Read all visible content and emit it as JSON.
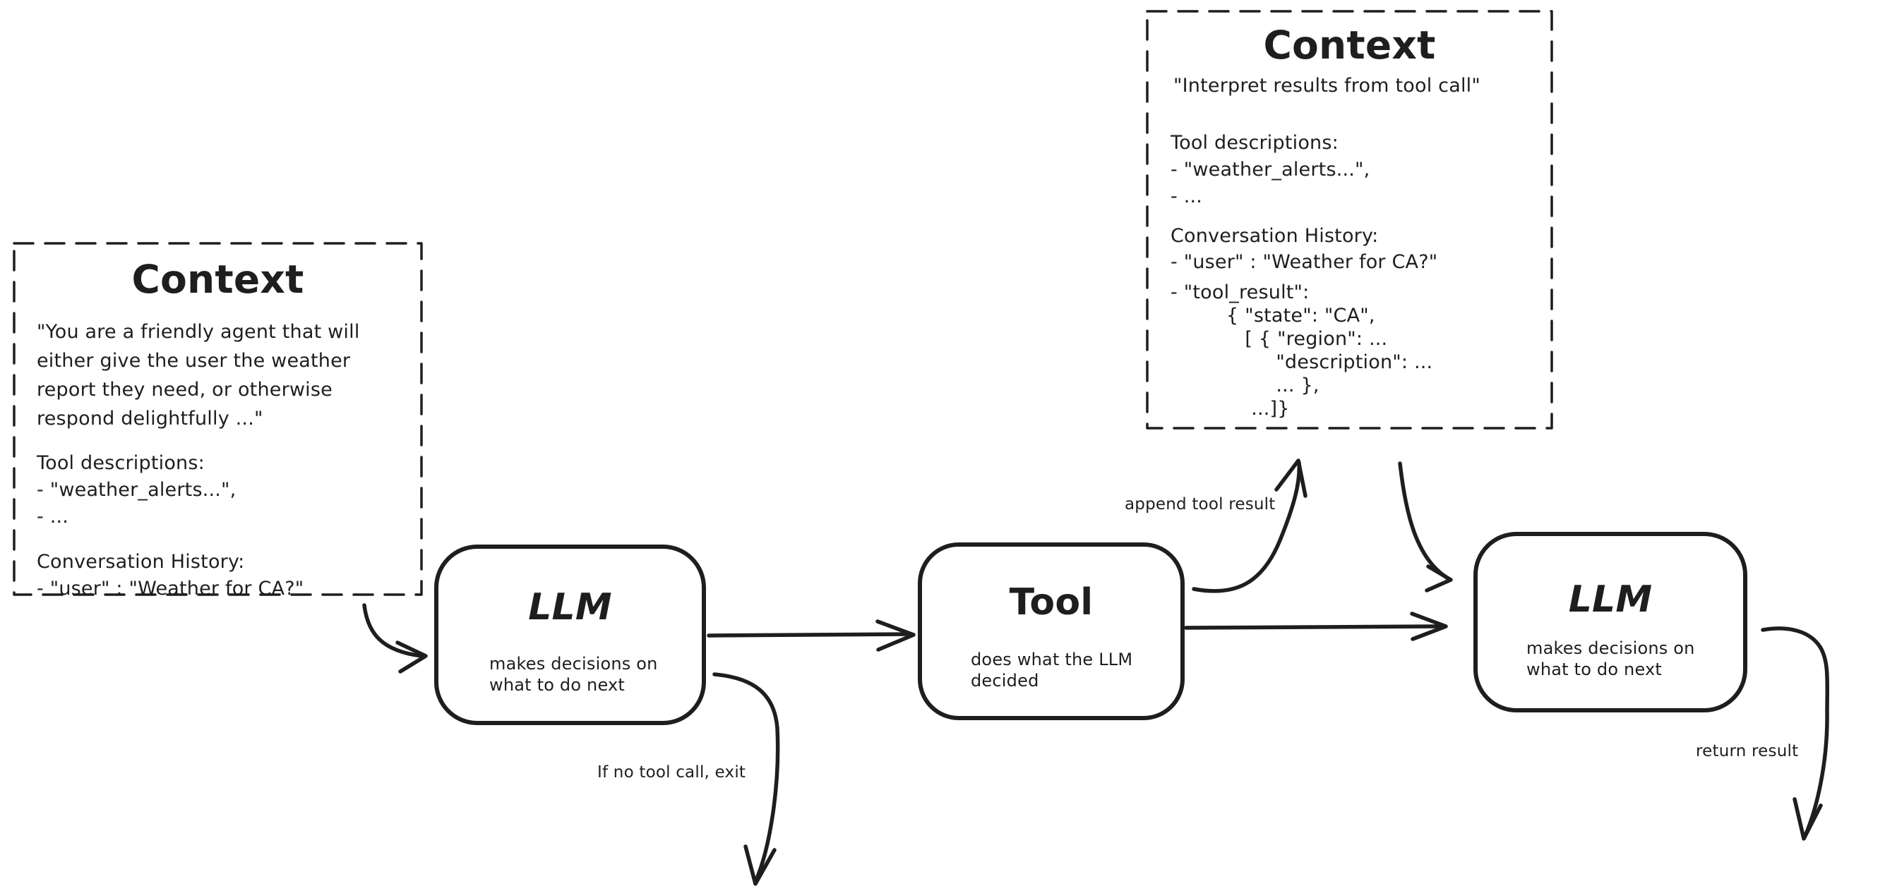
{
  "colors": {
    "stroke": "#1e1e1e",
    "background": "#ffffff"
  },
  "context_left": {
    "title": "Context",
    "system_prompt": "\"You are a friendly agent that will\neither give the user the weather\nreport they need, or otherwise\nrespond delightfully ...\"",
    "tool_descriptions": "Tool descriptions:\n- \"weather_alerts...\",\n- ...",
    "conversation_history": "Conversation History:\n- \"user\" : \"Weather for CA?\""
  },
  "context_top": {
    "title": "Context",
    "instruction": "\"Interpret results from tool call\"",
    "tool_descriptions": "Tool descriptions:\n- \"weather_alerts...\",\n- ...",
    "conversation_history": "Conversation History:\n- \"user\" : \"Weather for CA?\"",
    "tool_result": "- \"tool_result\":\n         { \"state\": \"CA\",\n            [ { \"region\": ...\n                 \"description\": ...\n                 ... },\n             ...]}"
  },
  "nodes": {
    "llm1": {
      "title": "LLM",
      "subtitle": "makes decisions on\nwhat to do next"
    },
    "tool": {
      "title": "Tool",
      "subtitle": "does what the LLM\ndecided"
    },
    "llm2": {
      "title": "LLM",
      "subtitle": "makes decisions on\nwhat to do next"
    }
  },
  "labels": {
    "append_tool_result": "append tool result",
    "no_tool_call_exit": "If no tool call, exit",
    "return_result": "return result"
  }
}
